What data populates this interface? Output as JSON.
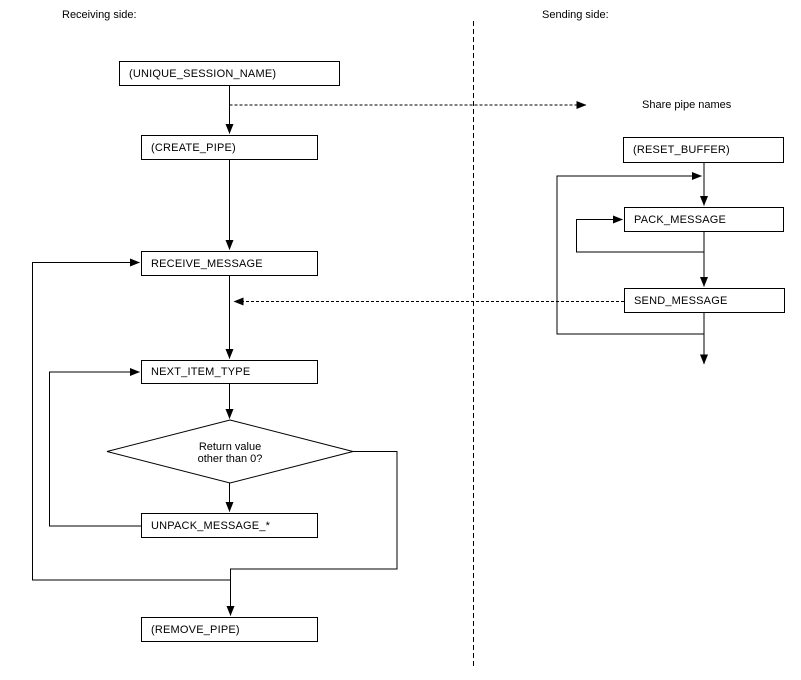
{
  "page": {
    "background_color": "#ffffff",
    "line_color": "#000000"
  },
  "headers": {
    "receiving": "Receiving side:",
    "sending": "Sending side:"
  },
  "annotations": {
    "share_pipe_names": "Share pipe names"
  },
  "receiving_flow": {
    "unique_session_name": "(UNIQUE_SESSION_NAME)",
    "create_pipe": "(CREATE_PIPE)",
    "receive_message": "RECEIVE_MESSAGE",
    "next_item_type": "NEXT_ITEM_TYPE",
    "decision_line1": "Return value",
    "decision_line2": "other than 0?",
    "unpack_message": "UNPACK_MESSAGE_*",
    "remove_pipe": "(REMOVE_PIPE)"
  },
  "sending_flow": {
    "reset_buffer": "(RESET_BUFFER)",
    "pack_message": "PACK_MESSAGE",
    "send_message": "SEND_MESSAGE"
  }
}
